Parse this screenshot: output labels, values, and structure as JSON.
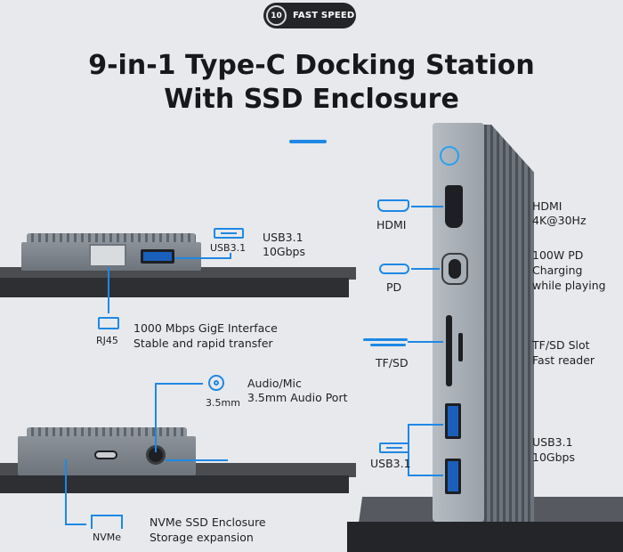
{
  "badge": {
    "icon_text": "10",
    "text": "FAST SPEED"
  },
  "title": {
    "line1": "9-in-1 Type-C Docking Station",
    "line2": "With SSD Enclosure"
  },
  "top_device": {
    "usb_icon_label": "USB3.1",
    "usb_label_1": "USB3.1",
    "usb_label_2": "10Gbps",
    "rj45_icon_label": "RJ45",
    "rj45_label_1": "1000 Mbps GigE Interface",
    "rj45_label_2": "Stable and rapid transfer"
  },
  "bottom_device": {
    "audio_icon_label": "3.5mm",
    "audio_label_1": "Audio/Mic",
    "audio_label_2": "3.5mm Audio Port",
    "nvme_icon_label": "NVMe",
    "nvme_label_1": "NVMe SSD Enclosure",
    "nvme_label_2": "Storage expansion"
  },
  "tower": {
    "hdmi_icon_label": "HDMI",
    "hdmi_label_1": "HDMI",
    "hdmi_label_2": "4K@30Hz",
    "pd_icon_label": "PD",
    "pd_label_1": "100W PD",
    "pd_label_2": "Charging",
    "pd_label_3": "while playing",
    "sd_icon_label": "TF/SD",
    "sd_label_1": "TF/SD Slot",
    "sd_label_2": "Fast reader",
    "usb_icon_label": "USB3.1",
    "usb_label_1": "USB3.1",
    "usb_label_2": "10Gbps"
  },
  "colors": {
    "accent": "#1e88e5",
    "background": "#e7e9ec",
    "badge": "#232528"
  }
}
